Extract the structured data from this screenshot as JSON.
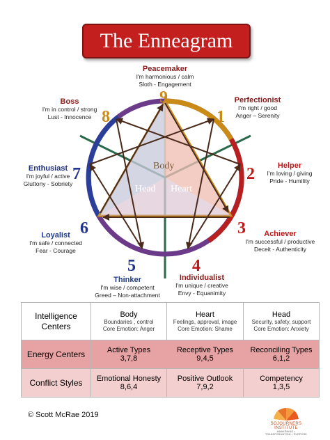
{
  "title": "The Enneagram",
  "center": {
    "body": "Body",
    "head": "Head",
    "heart": "Heart"
  },
  "types": [
    {
      "number": "9",
      "name": "Peacemaker",
      "lines": [
        "I'm harmonious / calm",
        "Sloth - Engagement"
      ]
    },
    {
      "number": "1",
      "name": "Perfectionist",
      "lines": [
        "I'm right / good",
        "Anger – Serenity"
      ]
    },
    {
      "number": "2",
      "name": "Helper",
      "lines": [
        "I'm loving / giving",
        "Pride - Humility"
      ]
    },
    {
      "number": "3",
      "name": "Achiever",
      "lines": [
        "I'm successful / productive",
        "Deceit - Authenticity"
      ]
    },
    {
      "number": "4",
      "name": "Individualist",
      "lines": [
        "I'm unique / creative",
        "Envy - Equanimity"
      ]
    },
    {
      "number": "5",
      "name": "Thinker",
      "lines": [
        "I'm wise / competent",
        "Greed – Non-attachment"
      ]
    },
    {
      "number": "6",
      "name": "Loyalist",
      "lines": [
        "I'm safe / connected",
        "Fear - Courage"
      ]
    },
    {
      "number": "7",
      "name": "Enthusiast",
      "lines": [
        "I'm joyful / active",
        "Gluttony - Sobriety"
      ]
    },
    {
      "number": "8",
      "name": "Boss",
      "lines": [
        "I'm in control / strong",
        "Lust - Innocence"
      ]
    }
  ],
  "colors": {
    "title_bg": "#c31f1f",
    "type_name": "#8b1a1a",
    "enthusiast": "#1f2f7a",
    "thinker": "#1f3a8a",
    "number_gold": "#c98a16",
    "number_red": "#c01818",
    "number_blue": "#23348f"
  },
  "table": {
    "rows": [
      {
        "label": "Intelligence Centers",
        "cells": [
          {
            "title": "Body",
            "sub": [
              "Boundaries , control",
              "Core Emotion: Anger"
            ]
          },
          {
            "title": "Heart",
            "sub": [
              "Feelings, approval, image",
              "Core Emotion: Shame"
            ]
          },
          {
            "title": "Head",
            "sub": [
              "Security, safety, support",
              "Core Emotion: Anxiety"
            ]
          }
        ]
      },
      {
        "label": "Energy Centers",
        "cells": [
          {
            "title": "Active Types",
            "sub": [
              "3,7,8"
            ]
          },
          {
            "title": "Receptive Types",
            "sub": [
              "9,4,5"
            ]
          },
          {
            "title": "Reconciling Types",
            "sub": [
              "6,1,2"
            ]
          }
        ]
      },
      {
        "label": "Conflict Styles",
        "cells": [
          {
            "title": "Emotional Honesty",
            "sub": [
              "8,6,4"
            ]
          },
          {
            "title": "Positive Outlook",
            "sub": [
              "7,9,2"
            ]
          },
          {
            "title": "Competency",
            "sub": [
              "1,3,5"
            ]
          }
        ]
      }
    ]
  },
  "footer": "© Scott McRae 2019",
  "logo": {
    "name": "SOJOURNERS INSTITUTE",
    "tagline": "AWAKENING • TRANSFORMATION • PURPOSE"
  }
}
